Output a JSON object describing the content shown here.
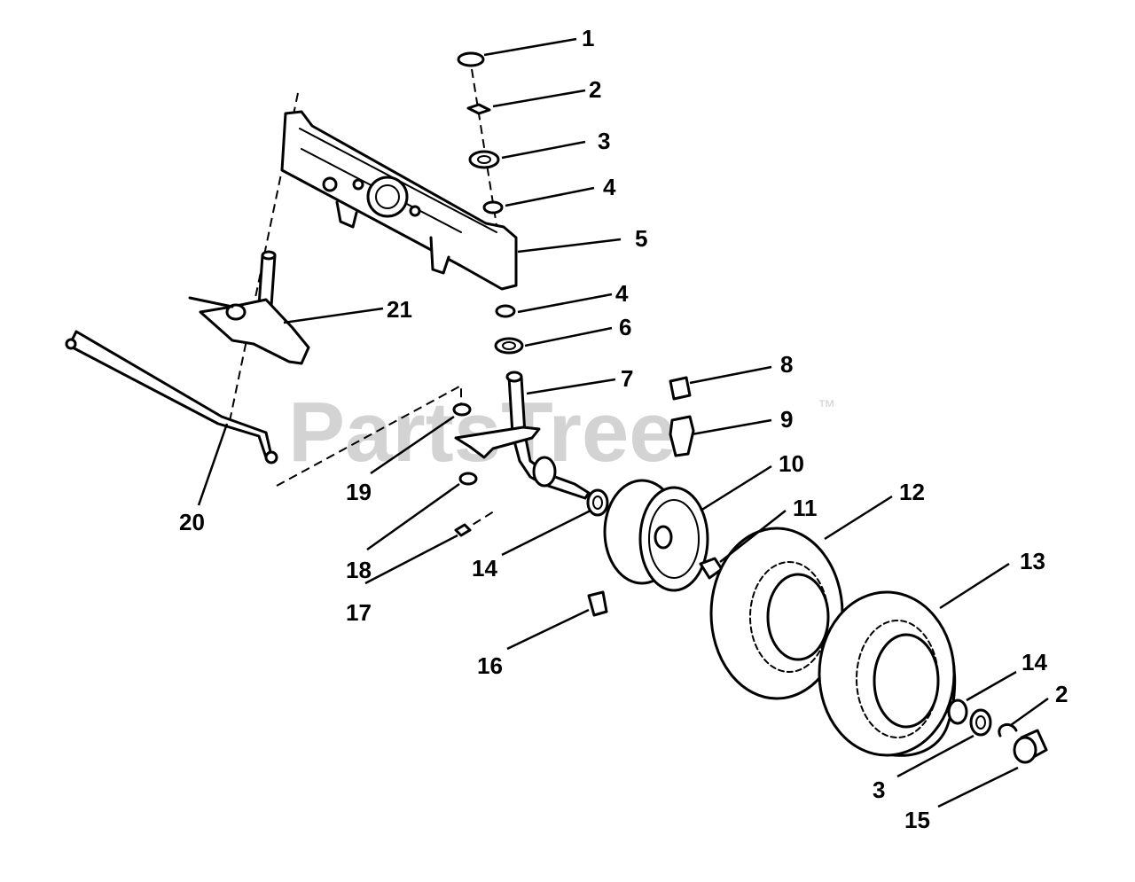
{
  "watermark": {
    "text": "PartsTree",
    "trademark": "™"
  },
  "callouts": {
    "c1": "1",
    "c2a": "2",
    "c3a": "3",
    "c4a": "4",
    "c5": "5",
    "c4b": "4",
    "c6": "6",
    "c7": "7",
    "c8": "8",
    "c9": "9",
    "c10": "10",
    "c11": "11",
    "c12": "12",
    "c13": "13",
    "c14a": "14",
    "c14b": "14",
    "c2b": "2",
    "c3b": "3",
    "c15": "15",
    "c16": "16",
    "c17": "17",
    "c18": "18",
    "c19": "19",
    "c20": "20",
    "c21": "21"
  }
}
